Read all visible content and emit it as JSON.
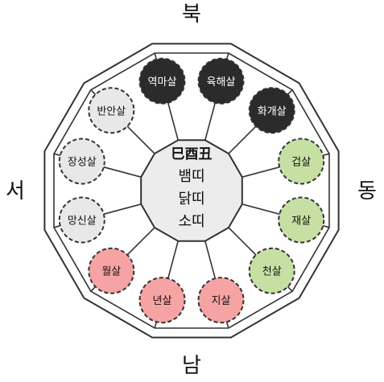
{
  "directions": {
    "north": "북",
    "south": "남",
    "east": "동",
    "west": "서"
  },
  "center": {
    "title": "巳酉丑",
    "lines": [
      "뱀띠",
      "닭띠",
      "소띠"
    ]
  },
  "colors": {
    "dark": "#2b2b2b",
    "green": "#c6e0a4",
    "gray": "#e8e8e8",
    "pink": "#f6a3a3",
    "center_fill": "#ececec",
    "outline": "#333333"
  },
  "nodes": [
    {
      "label": "육해살",
      "style": "dark"
    },
    {
      "label": "화개살",
      "style": "dark"
    },
    {
      "label": "겁살",
      "style": "green"
    },
    {
      "label": "재살",
      "style": "green"
    },
    {
      "label": "천살",
      "style": "green"
    },
    {
      "label": "지살",
      "style": "pink"
    },
    {
      "label": "년살",
      "style": "pink"
    },
    {
      "label": "월살",
      "style": "pink"
    },
    {
      "label": "망신살",
      "style": "gray"
    },
    {
      "label": "장성살",
      "style": "gray"
    },
    {
      "label": "반안살",
      "style": "gray"
    },
    {
      "label": "역마살",
      "style": "dark"
    }
  ]
}
